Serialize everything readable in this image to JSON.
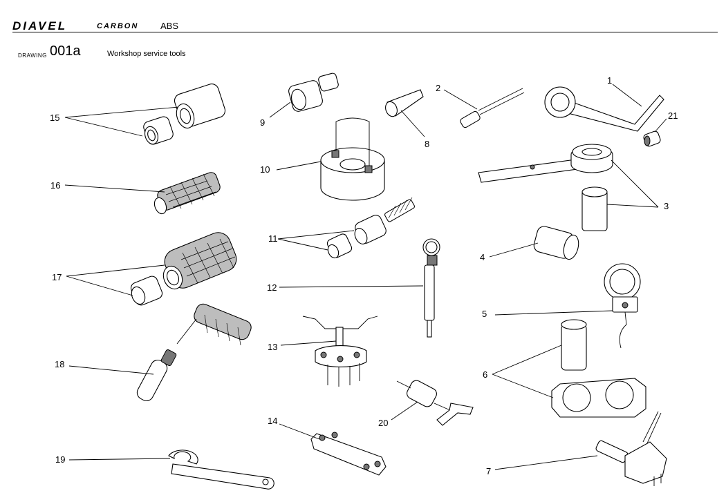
{
  "header": {
    "brand": "DIAVEL",
    "model": "CARBON",
    "variant": "ABS"
  },
  "drawing": {
    "label": "DRAWING",
    "number": "001a",
    "title": "Workshop service tools"
  },
  "callouts": {
    "c1": "1",
    "c2": "2",
    "c3": "3",
    "c4": "4",
    "c5": "5",
    "c6": "6",
    "c7": "7",
    "c8": "8",
    "c9": "9",
    "c10": "10",
    "c11": "11",
    "c12": "12",
    "c13": "13",
    "c14": "14",
    "c15": "15",
    "c16": "16",
    "c17": "17",
    "c18": "18",
    "c19": "19",
    "c20": "20",
    "c21": "21"
  }
}
